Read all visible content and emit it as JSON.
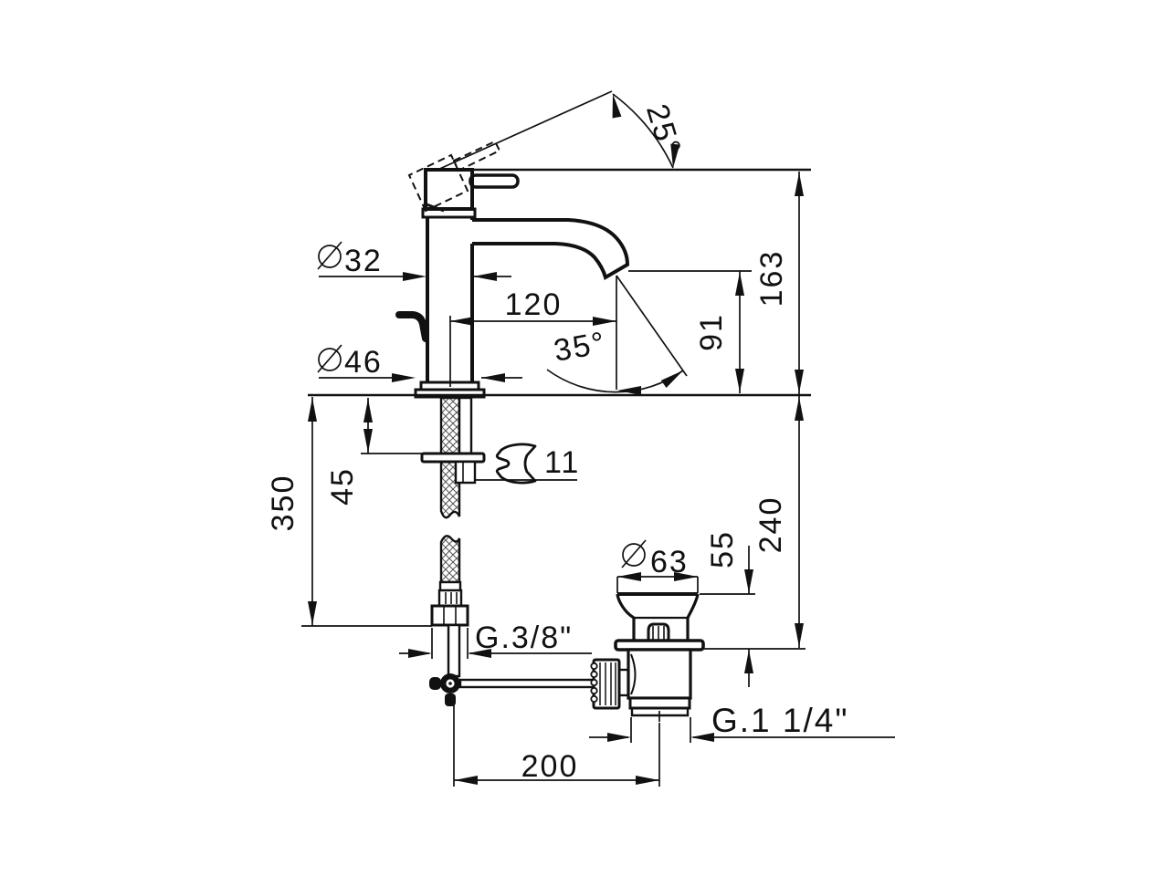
{
  "drawing": {
    "type": "technical-dimension-diagram",
    "subject": "single-lever-basin-mixer-with-pop-up-waste",
    "background_color": "#ffffff",
    "line_color": "#111111",
    "labels": {
      "handle_angle": "25°",
      "body_diameter": "32",
      "spout_reach": "120",
      "outlet_height": "91",
      "total_height": "163",
      "jet_angle": "35°",
      "base_diameter": "46",
      "fixing_thickness": "45",
      "hose_length": "350",
      "wrench_size": "11",
      "waste_depth": "240",
      "waste_cap_diameter": "63",
      "waste_top_height": "55",
      "supply_thread": "G.3/8\"",
      "waste_thread": "G.1 1/4\"",
      "rod_distance": "200"
    },
    "icons": {
      "diameter_symbol": "slashed-circle",
      "wrench_symbol": "open-end-spanner"
    }
  }
}
